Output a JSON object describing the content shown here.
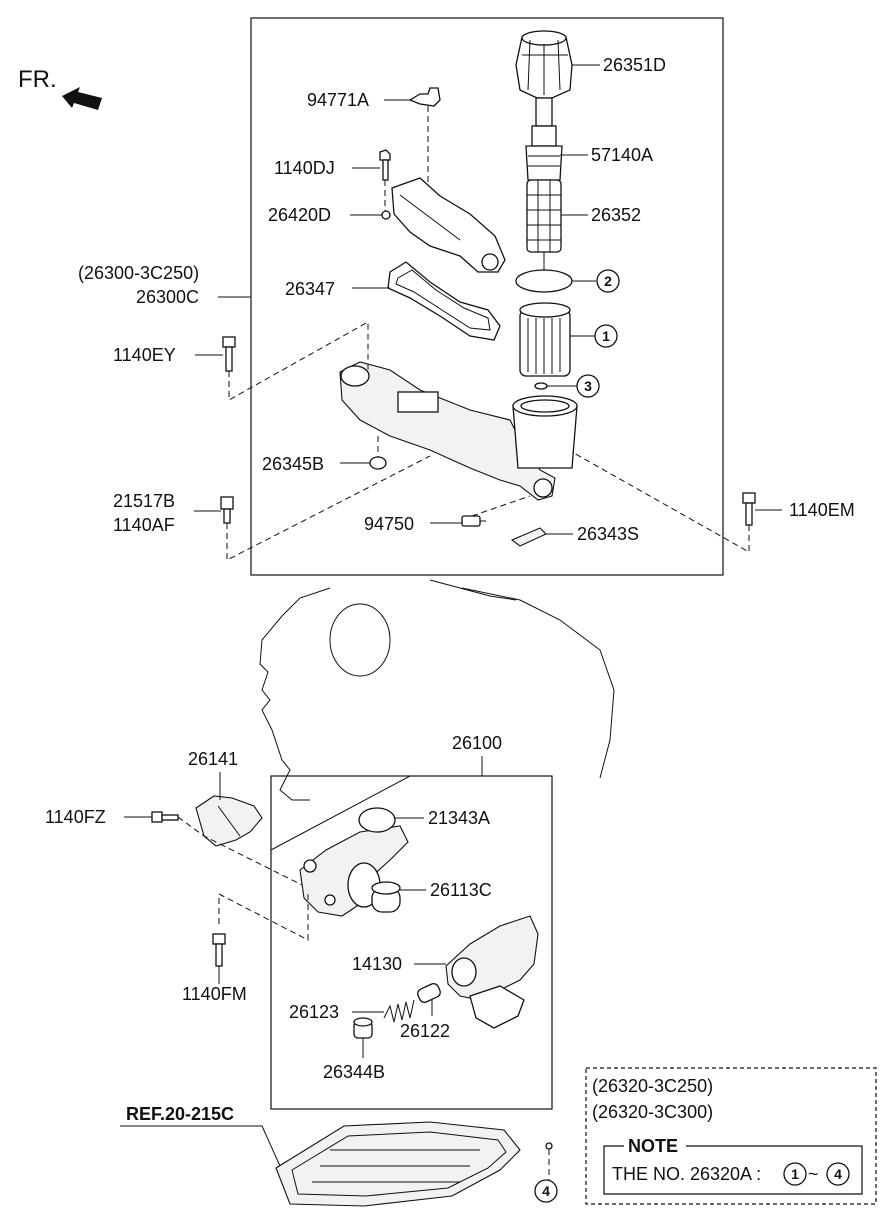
{
  "orientation": {
    "label": "FR."
  },
  "upper_assembly": {
    "ref_lines": [
      "(26300-3C250)",
      "26300C"
    ]
  },
  "parts": {
    "p26351D": "26351D",
    "p94771A": "94771A",
    "p57140A": "57140A",
    "p1140DJ": "1140DJ",
    "p26352": "26352",
    "p26420D": "26420D",
    "p26347": "26347",
    "p1140EY": "1140EY",
    "p26345B": "26345B",
    "p21517B": "21517B",
    "p1140AF": "1140AF",
    "p94750": "94750",
    "p26343S": "26343S",
    "p1140EM": "1140EM",
    "p26100": "26100",
    "p26141": "26141",
    "p1140FZ": "1140FZ",
    "p21343A": "21343A",
    "p26113C": "26113C",
    "p14130": "14130",
    "p1140FM": "1140FM",
    "p26123": "26123",
    "p26122": "26122",
    "p26344B": "26344B"
  },
  "callouts": {
    "c1": "1",
    "c2": "2",
    "c3": "3",
    "c4": "4"
  },
  "reference": {
    "label": "REF.20-215C"
  },
  "note_box": {
    "ref_lines": [
      "(26320-3C250)",
      "(26320-3C300)"
    ],
    "title": "NOTE",
    "text": "THE NO. 26320A :",
    "range_start": "1",
    "tilde": "~",
    "range_end": "4"
  }
}
